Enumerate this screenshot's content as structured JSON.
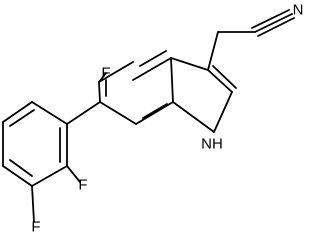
{
  "structure": {
    "atoms": {
      "F5": "F",
      "NH": "NH",
      "F2p": "F",
      "F3p": "F",
      "N_nitrile": "N"
    }
  },
  "colors": {
    "bond": "#000000",
    "background": "#ffffff"
  }
}
